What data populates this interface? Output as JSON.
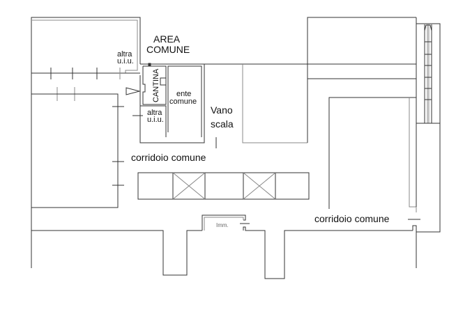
{
  "labels": {
    "area_comune_1": "AREA",
    "area_comune_2": "COMUNE",
    "altra_uiu_top_1": "altra",
    "altra_uiu_top_2": "u.i.u.",
    "cantina": "CANTINA",
    "ente_comune_1": "ente",
    "ente_comune_2": "comune",
    "altra_uiu_low_1": "altra",
    "altra_uiu_low_2": "u.i.u.",
    "vano_scala_1": "Vano",
    "vano_scala_2": "scala",
    "corridoio_left": "corridoio comune",
    "corridoio_right": "corridoio comune",
    "imm": "Imm."
  }
}
